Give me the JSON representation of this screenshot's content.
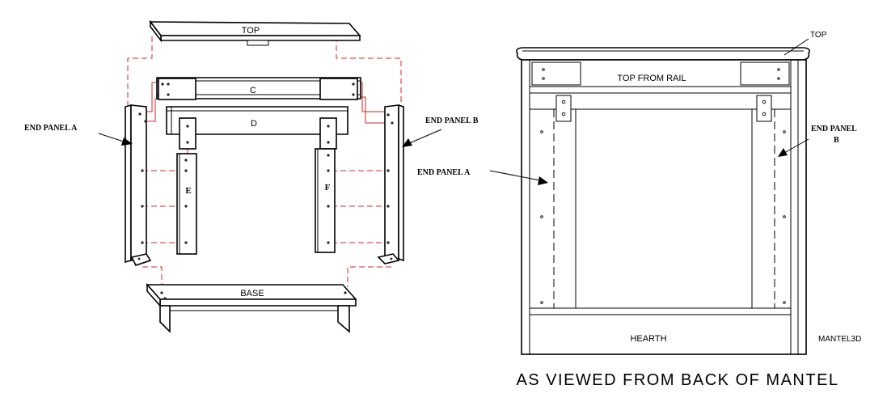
{
  "exploded": {
    "top": "TOP",
    "rail_c": "C",
    "rail_d": "D",
    "panel_e": "E",
    "panel_f": "F",
    "base": "BASE",
    "end_panel_a": "END PANEL  A",
    "end_panel_b": "END PANEL B"
  },
  "back_view": {
    "top": "TOP",
    "top_front_rail": "TOP FROM RAIL",
    "end_panel_a": "END PANEL A",
    "end_panel_b_line1": "END PANEL",
    "end_panel_b_line2": "B",
    "hearth": "HEARTH",
    "drawing_id": "MANTEL3D",
    "caption": "AS VIEWED FROM BACK OF MANTEL"
  }
}
